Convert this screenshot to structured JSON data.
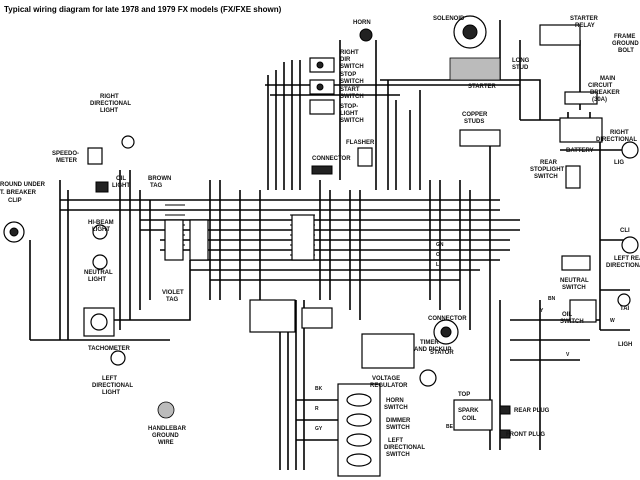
{
  "title": "Typical wiring diagram for late 1978 and 1979 FX models (FX/FXE shown)",
  "labels": {
    "horn": "HORN",
    "solenoid": "SOLENOID",
    "starter_relay": "STARTER RELAY",
    "frame_ground": "FRAME GROUND BOLT",
    "main_circuit_breaker": "MAIN CIRCUIT BREAKER (30A)",
    "long_stud": "LONG STUD",
    "starter": "STARTER",
    "battery": "BATTERY",
    "right_dir_switch": "RIGHT DIR SWITCH",
    "stop_switch": "STOP SWITCH",
    "start_switch": "START SWITCH",
    "stoplight_switch": "STOP-LIGHT SWITCH",
    "right_directional_light_left": "RIGHT DIRECTIONAL LIGHT",
    "speedometer": "SPEEDO-METER",
    "oil_light": "OIL LIGHT",
    "brown_tag": "BROWN TAG",
    "ground_under_breaker": "ROUND UNDER T. BREAKER CLIP",
    "hi_beam_light": "HI-BEAM LIGHT",
    "neutral_light": "NEUTRAL LIGHT",
    "violet_tag": "VIOLET TAG",
    "tachometer": "TACHOMETER",
    "left_directional_light": "LEFT DIRECTIONAL LIGHT",
    "handlebar_ground": "HANDLEBAR GROUND WIRE",
    "flasher": "FLASHER",
    "connector_top": "CONNECTOR",
    "copper_studs": "COPPER STUDS",
    "rear_stoplight_switch": "REAR STOPLIGHT SWITCH",
    "right_directional_light_right": "RIGHT DIRECTIONAL LIGHT",
    "left_rear_directional": "LEFT REAR DIRECTIONAL",
    "neutral_switch": "NEUTRAL SWITCH",
    "oil_switch": "OIL SWITCH",
    "connector_mid": "CONNECTOR",
    "stator": "STATOR",
    "voltage_regulator": "VOLTAGE REGULATOR",
    "timer_pickup": "TIMER AND PICKUP",
    "top_spark_coil": "TOP SPARK COIL",
    "rear_plug": "REAR PLUG",
    "front_plug": "FRONT PLUG",
    "horn_switch": "HORN SWITCH",
    "dimmer_switch": "DIMMER SWITCH",
    "left_directional_switch": "LEFT DIRECTIONAL SWITCH",
    "lig": "LIG",
    "cli": "CLI",
    "tai": "TAI",
    "ligh": "LIGH"
  },
  "wire_codes": {
    "bk": "BK",
    "r": "R",
    "gy": "GY",
    "bn": "BN",
    "w": "W",
    "v": "V",
    "y": "Y",
    "be": "BE",
    "gn": "GN",
    "o": "O",
    "l": "L"
  }
}
